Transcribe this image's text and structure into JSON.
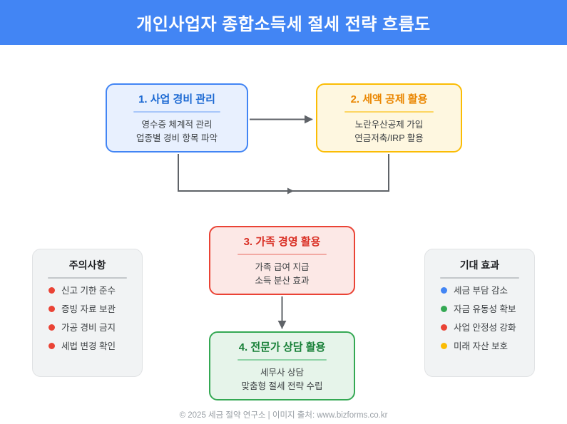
{
  "header": {
    "title": "개인사업자 종합소득세 절세 전략 흐름도",
    "background_color": "#4285f4",
    "text_color": "#ffffff"
  },
  "flow": {
    "steps": [
      {
        "id": "step-1",
        "title": "1. 사업 경비 관리",
        "lines": [
          "영수증 체계적 관리",
          "업종별 경비 항목 파악"
        ],
        "accent_color": "#4285f4",
        "fill_color": "#e8f0fe",
        "title_color": "#1967d2"
      },
      {
        "id": "step-2",
        "title": "2. 세액 공제 활용",
        "lines": [
          "노란우산공제 가입",
          "연금저축/IRP 활용"
        ],
        "accent_color": "#fbbc04",
        "fill_color": "#fef7e0",
        "title_color": "#ea8600"
      },
      {
        "id": "step-3",
        "title": "3. 가족 경영 활용",
        "lines": [
          "가족 급여 지급",
          "소득 분산 효과"
        ],
        "accent_color": "#ea4335",
        "fill_color": "#fce8e6",
        "title_color": "#d93025"
      },
      {
        "id": "step-4",
        "title": "4. 전문가 상담 활용",
        "lines": [
          "세무사 상담",
          "맞춤형 절세 전략 수립"
        ],
        "accent_color": "#34a853",
        "fill_color": "#e6f4ea",
        "title_color": "#188038"
      }
    ],
    "connector_color": "#5f6368"
  },
  "panels": {
    "cautions": {
      "title": "주의사항",
      "items": [
        {
          "label": "신고 기한 준수",
          "dot_color": "#ea4335"
        },
        {
          "label": "증빙 자료 보관",
          "dot_color": "#ea4335"
        },
        {
          "label": "가공 경비 금지",
          "dot_color": "#ea4335"
        },
        {
          "label": "세법 변경 확인",
          "dot_color": "#ea4335"
        }
      ]
    },
    "benefits": {
      "title": "기대 효과",
      "items": [
        {
          "label": "세금 부담 감소",
          "dot_color": "#4285f4"
        },
        {
          "label": "자금 유동성 확보",
          "dot_color": "#34a853"
        },
        {
          "label": "사업 안정성 강화",
          "dot_color": "#ea4335"
        },
        {
          "label": "미래 자산 보호",
          "dot_color": "#fbbc04"
        }
      ]
    }
  },
  "footer": {
    "caption": "© 2025 세금 절약 연구소 | 이미지 출처: www.bizforms.co.kr"
  }
}
